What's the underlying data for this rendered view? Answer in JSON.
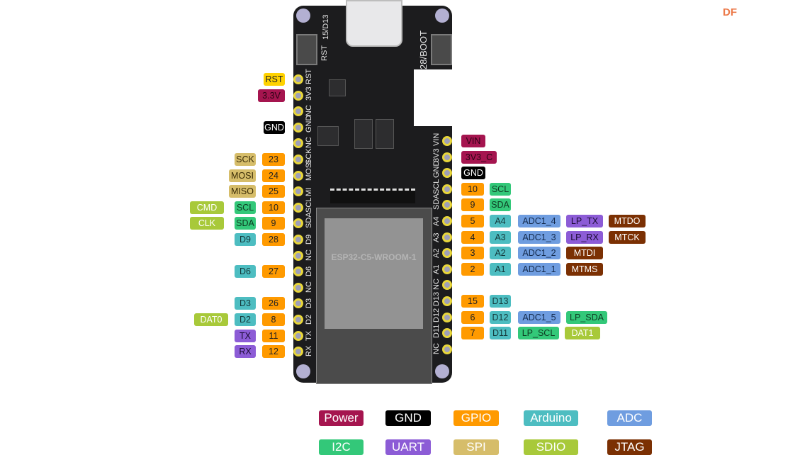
{
  "logo": "DF",
  "board": {
    "module_name": "ESP32-C5-WROOM-1",
    "silk_top_left": "15/D13",
    "silk_rst": "RST",
    "silk_boot": "28/BOOT",
    "left_pins": [
      "RST",
      "3V3",
      "NC",
      "GND",
      "NC",
      "SCK",
      "MOSI",
      "MI",
      "SCL",
      "SDA",
      "D9",
      "NC",
      "D6",
      "NC",
      "D3",
      "D2",
      "TX",
      "RX"
    ],
    "right_pins": [
      "VIN",
      "3V3",
      "GND",
      "SCL",
      "SDA",
      "A4",
      "A3",
      "A2",
      "A1",
      "NC",
      "D13",
      "D12",
      "D11",
      "NC"
    ]
  },
  "left_labels": [
    {
      "row": 0,
      "tags": [
        {
          "text": "RST",
          "cls": "c-rst"
        }
      ]
    },
    {
      "row": 1,
      "tags": [
        {
          "text": "3.3V",
          "cls": "c-power"
        }
      ]
    },
    {
      "row": 3,
      "tags": [
        {
          "text": "GND",
          "cls": "c-gnd"
        }
      ]
    },
    {
      "row": 5,
      "tags": [
        {
          "text": "23",
          "cls": "c-gpio"
        },
        {
          "text": "SCK",
          "cls": "c-spi"
        }
      ]
    },
    {
      "row": 6,
      "tags": [
        {
          "text": "24",
          "cls": "c-gpio"
        },
        {
          "text": "MOSI",
          "cls": "c-spi"
        }
      ]
    },
    {
      "row": 7,
      "tags": [
        {
          "text": "25",
          "cls": "c-gpio"
        },
        {
          "text": "MISO",
          "cls": "c-spi"
        }
      ]
    },
    {
      "row": 8,
      "tags": [
        {
          "text": "10",
          "cls": "c-gpio"
        },
        {
          "text": "SCL",
          "cls": "c-i2c"
        },
        {
          "text": "CMD",
          "cls": "c-sdio"
        }
      ]
    },
    {
      "row": 9,
      "tags": [
        {
          "text": "9",
          "cls": "c-gpio"
        },
        {
          "text": "SDA",
          "cls": "c-i2c"
        },
        {
          "text": "CLK",
          "cls": "c-sdio"
        }
      ]
    },
    {
      "row": 10,
      "tags": [
        {
          "text": "28",
          "cls": "c-gpio"
        },
        {
          "text": "D9",
          "cls": "c-arduino"
        }
      ]
    },
    {
      "row": 12,
      "tags": [
        {
          "text": "27",
          "cls": "c-gpio"
        },
        {
          "text": "D6",
          "cls": "c-arduino"
        }
      ]
    },
    {
      "row": 14,
      "tags": [
        {
          "text": "26",
          "cls": "c-gpio"
        },
        {
          "text": "D3",
          "cls": "c-arduino"
        }
      ]
    },
    {
      "row": 15,
      "tags": [
        {
          "text": "8",
          "cls": "c-gpio"
        },
        {
          "text": "D2",
          "cls": "c-arduino"
        },
        {
          "text": "DAT0",
          "cls": "c-sdio"
        }
      ]
    },
    {
      "row": 16,
      "tags": [
        {
          "text": "11",
          "cls": "c-gpio"
        },
        {
          "text": "TX",
          "cls": "c-uart"
        }
      ]
    },
    {
      "row": 17,
      "tags": [
        {
          "text": "12",
          "cls": "c-gpio"
        },
        {
          "text": "RX",
          "cls": "c-uart"
        }
      ]
    }
  ],
  "right_labels": [
    {
      "row": 0,
      "tags": [
        {
          "text": "VIN",
          "cls": "c-power"
        }
      ]
    },
    {
      "row": 1,
      "tags": [
        {
          "text": "3V3_C",
          "cls": "c-power"
        }
      ]
    },
    {
      "row": 2,
      "tags": [
        {
          "text": "GND",
          "cls": "c-gnd"
        }
      ]
    },
    {
      "row": 3,
      "tags": [
        {
          "text": "10",
          "cls": "c-gpio"
        },
        {
          "text": "SCL",
          "cls": "c-i2c"
        }
      ]
    },
    {
      "row": 4,
      "tags": [
        {
          "text": "9",
          "cls": "c-gpio"
        },
        {
          "text": "SDA",
          "cls": "c-i2c"
        }
      ]
    },
    {
      "row": 5,
      "tags": [
        {
          "text": "5",
          "cls": "c-gpio"
        },
        {
          "text": "A4",
          "cls": "c-arduino"
        },
        {
          "text": "ADC1_4",
          "cls": "c-adc"
        },
        {
          "text": "LP_TX",
          "cls": "c-uart"
        },
        {
          "text": "MTDO",
          "cls": "c-jtag"
        }
      ]
    },
    {
      "row": 6,
      "tags": [
        {
          "text": "4",
          "cls": "c-gpio"
        },
        {
          "text": "A3",
          "cls": "c-arduino"
        },
        {
          "text": "ADC1_3",
          "cls": "c-adc"
        },
        {
          "text": "LP_RX",
          "cls": "c-uart"
        },
        {
          "text": "MTCK",
          "cls": "c-jtag"
        }
      ]
    },
    {
      "row": 7,
      "tags": [
        {
          "text": "3",
          "cls": "c-gpio"
        },
        {
          "text": "A2",
          "cls": "c-arduino"
        },
        {
          "text": "ADC1_2",
          "cls": "c-adc"
        },
        {
          "text": "MTDI",
          "cls": "c-jtag"
        }
      ]
    },
    {
      "row": 8,
      "tags": [
        {
          "text": "2",
          "cls": "c-gpio"
        },
        {
          "text": "A1",
          "cls": "c-arduino"
        },
        {
          "text": "ADC1_1",
          "cls": "c-adc"
        },
        {
          "text": "MTMS",
          "cls": "c-jtag"
        }
      ]
    },
    {
      "row": 10,
      "tags": [
        {
          "text": "15",
          "cls": "c-gpio"
        },
        {
          "text": "D13",
          "cls": "c-arduino"
        }
      ]
    },
    {
      "row": 11,
      "tags": [
        {
          "text": "6",
          "cls": "c-gpio"
        },
        {
          "text": "D12",
          "cls": "c-arduino"
        },
        {
          "text": "ADC1_5",
          "cls": "c-adc"
        },
        {
          "text": "LP_SDA",
          "cls": "c-i2c"
        }
      ]
    },
    {
      "row": 12,
      "tags": [
        {
          "text": "7",
          "cls": "c-gpio"
        },
        {
          "text": "D11",
          "cls": "c-arduino"
        },
        {
          "text": "LP_SCL",
          "cls": "c-i2c"
        },
        {
          "text": "DAT1",
          "cls": "c-sdio"
        }
      ]
    }
  ],
  "legend": [
    {
      "text": "Power",
      "cls": "c-power"
    },
    {
      "text": "GND",
      "cls": "c-gnd"
    },
    {
      "text": "GPIO",
      "cls": "c-gpio"
    },
    {
      "text": "Arduino",
      "cls": "c-arduino"
    },
    {
      "text": "ADC",
      "cls": "c-adc"
    },
    {
      "text": "I2C",
      "cls": "c-i2c"
    },
    {
      "text": "UART",
      "cls": "c-uart"
    },
    {
      "text": "SPI",
      "cls": "c-spi"
    },
    {
      "text": "SDIO",
      "cls": "c-sdio"
    },
    {
      "text": "JTAG",
      "cls": "c-jtag"
    }
  ]
}
